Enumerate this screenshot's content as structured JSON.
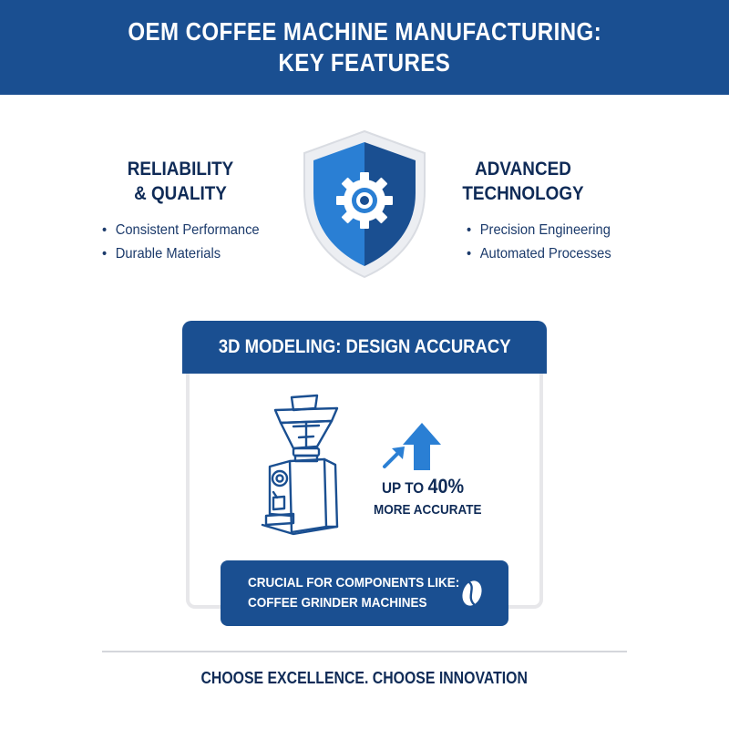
{
  "header": {
    "title_line1": "OEM COFFEE MACHINE MANUFACTURING:",
    "title_line2": "KEY FEATURES"
  },
  "left_column": {
    "title_line1": "RELIABILITY",
    "title_line2": "& QUALITY",
    "bullets": [
      "Consistent Performance",
      "Durable Materials"
    ]
  },
  "right_column": {
    "title_line1": "ADVANCED",
    "title_line2": "TECHNOLOGY",
    "bullets": [
      "Precision Engineering",
      "Automated Processes"
    ]
  },
  "bullet_glyph": "•",
  "panel": {
    "title": "3D MODELING: DESIGN ACCURACY",
    "stat_prefix": "UP TO",
    "stat_value": "40%",
    "stat_caption": "MORE ACCURATE"
  },
  "callout": {
    "line1": "CRUCIAL FOR COMPONENTS LIKE:",
    "line2": "COFFEE GRINDER MACHINES"
  },
  "footer": {
    "tagline": "CHOOSE EXCELLENCE. CHOOSE INNOVATION"
  },
  "icons": {
    "shield": "shield-gear-icon",
    "grinder": "coffee-grinder-icon",
    "arrow": "arrow-up-icon",
    "bean": "coffee-bean-icon"
  },
  "colors": {
    "primary_blue": "#1a4f91",
    "light_blue": "#2a7fd4",
    "dark_text": "#0f2b57",
    "light_gray": "#e7e7ea"
  }
}
